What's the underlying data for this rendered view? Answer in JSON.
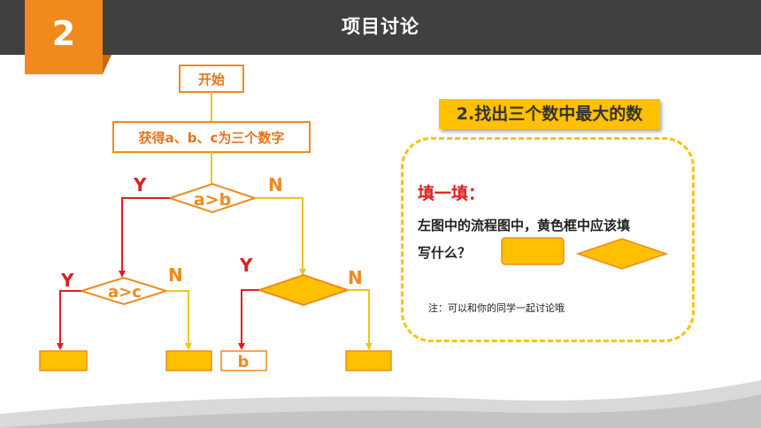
{
  "header": {
    "section_number": "2",
    "title": "项目讨论"
  },
  "flowchart": {
    "start": "开始",
    "input": "获得a、b、c为三个数字",
    "cond1": "a>b",
    "cond2": "a>c",
    "cond3": "",
    "yes": "Y",
    "no": "N",
    "out_b": "b"
  },
  "question_label": "2.找出三个数中最大的数",
  "fill_in": {
    "title": "填一填：",
    "question_line1": "左图中的流程图中，黄色框中应该填",
    "question_line2": "写什么？",
    "note": "注：可以和你的同学一起讨论哦"
  },
  "colors": {
    "accent_orange": "#f08a1c",
    "yellow": "#ffc000",
    "yes_line": "#e01e1e",
    "no_line": "#f0c419",
    "header_bg": "#404040"
  }
}
